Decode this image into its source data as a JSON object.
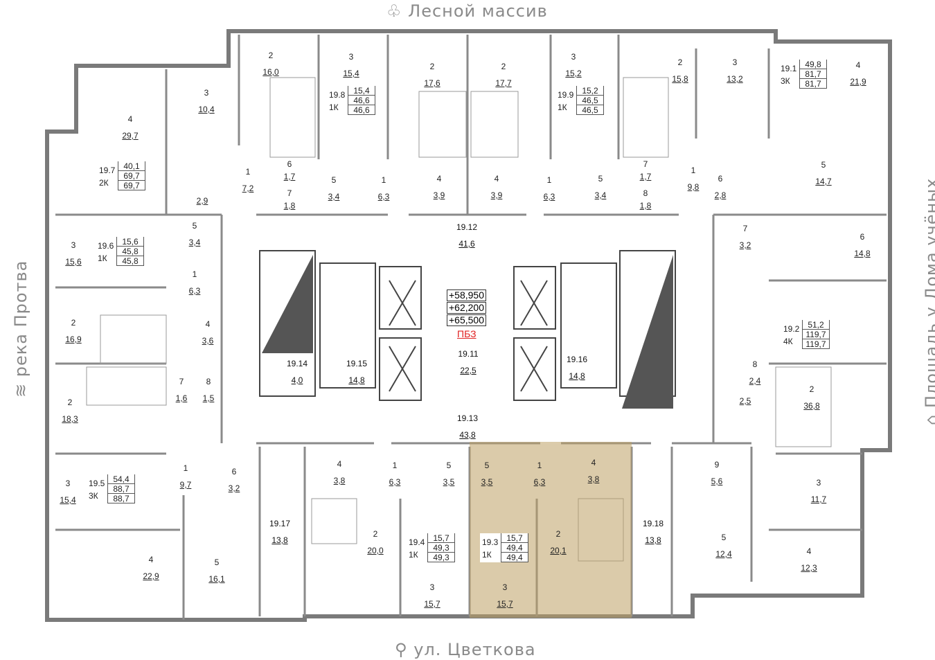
{
  "orientation": {
    "top": "Лесной массив",
    "bottom": "ул. Цветкова",
    "left": "река Протва",
    "right": "Площадь у Дома учёных",
    "top_icon": "forest-icon",
    "bottom_icon": "street-sign-icon",
    "left_icon": "river-icon",
    "right_icon": "square-icon"
  },
  "colors": {
    "highlight": "#c8ae7d",
    "walls": "#7a7a7a",
    "marks": "#e02020"
  },
  "elevations": [
    "+58,950",
    "+62,200",
    "+65,500"
  ],
  "pbz": "ПБЗ",
  "apartments": [
    {
      "id": "19.1",
      "type": "3К",
      "living": "49,8",
      "total": "81,7",
      "total2": "81,7"
    },
    {
      "id": "19.2",
      "type": "4К",
      "living": "51,2",
      "total": "119,7",
      "total2": "119,7"
    },
    {
      "id": "19.3",
      "type": "1К",
      "living": "15,7",
      "total": "49,4",
      "total2": "49,4"
    },
    {
      "id": "19.4",
      "type": "1К",
      "living": "15,7",
      "total": "49,3",
      "total2": "49,3"
    },
    {
      "id": "19.5",
      "type": "3К",
      "living": "54,4",
      "total": "88,7",
      "total2": "88,7"
    },
    {
      "id": "19.6",
      "type": "1К",
      "living": "15,6",
      "total": "45,8",
      "total2": "45,8"
    },
    {
      "id": "19.7",
      "type": "2К",
      "living": "40,1",
      "total": "69,7",
      "total2": "69,7"
    },
    {
      "id": "19.8",
      "type": "1К",
      "living": "15,4",
      "total": "46,6",
      "total2": "46,6"
    },
    {
      "id": "19.9",
      "type": "1К",
      "living": "15,2",
      "total": "46,5",
      "total2": "46,5"
    }
  ],
  "common": [
    {
      "id": "19.11",
      "area": "22,5"
    },
    {
      "id": "19.12",
      "area": "41,6"
    },
    {
      "id": "19.13",
      "area": "43,8"
    },
    {
      "id": "19.14",
      "area": "4,0"
    },
    {
      "id": "19.15",
      "area": "14,8"
    },
    {
      "id": "19.16",
      "area": "14,8"
    },
    {
      "id": "19.17",
      "area": "13,8"
    },
    {
      "id": "19.18",
      "area": "13,8"
    }
  ],
  "rooms": [
    {
      "n": "2",
      "a": "16,0"
    },
    {
      "n": "3",
      "a": "15,4"
    },
    {
      "n": "2",
      "a": "17,6"
    },
    {
      "n": "2",
      "a": "17,7"
    },
    {
      "n": "3",
      "a": "15,2"
    },
    {
      "n": "2",
      "a": "15,8"
    },
    {
      "n": "3",
      "a": "13,2"
    },
    {
      "n": "4",
      "a": "21,9"
    },
    {
      "n": "4",
      "a": "29,7"
    },
    {
      "n": "3",
      "a": "10,4"
    },
    {
      "n": "1",
      "a": "7,2"
    },
    {
      "n": "",
      "a": "2,9"
    },
    {
      "n": "6",
      "a": "1,7"
    },
    {
      "n": "7",
      "a": "1,8"
    },
    {
      "n": "5",
      "a": "3,4"
    },
    {
      "n": "1",
      "a": "6,3"
    },
    {
      "n": "4",
      "a": "3,9"
    },
    {
      "n": "4",
      "a": "3,9"
    },
    {
      "n": "1",
      "a": "6,3"
    },
    {
      "n": "5",
      "a": "3,4"
    },
    {
      "n": "7",
      "a": "1,7"
    },
    {
      "n": "8",
      "a": "1,8"
    },
    {
      "n": "1",
      "a": "9,8"
    },
    {
      "n": "6",
      "a": "2,8"
    },
    {
      "n": "5",
      "a": "14,7"
    },
    {
      "n": "6",
      "a": "14,8"
    },
    {
      "n": "7",
      "a": "3,2"
    },
    {
      "n": "3",
      "a": "15,6"
    },
    {
      "n": "5",
      "a": "3,4"
    },
    {
      "n": "1",
      "a": "6,3"
    },
    {
      "n": "2",
      "a": "16,9"
    },
    {
      "n": "4",
      "a": "3,6"
    },
    {
      "n": "7",
      "a": "1,6"
    },
    {
      "n": "8",
      "a": "1,5"
    },
    {
      "n": "2",
      "a": "18,3"
    },
    {
      "n": "1",
      "a": "9,7"
    },
    {
      "n": "6",
      "a": "3,2"
    },
    {
      "n": "3",
      "a": "15,4"
    },
    {
      "n": "4",
      "a": "22,9"
    },
    {
      "n": "5",
      "a": "16,1"
    },
    {
      "n": "4",
      "a": "3,8"
    },
    {
      "n": "1",
      "a": "6,3"
    },
    {
      "n": "5",
      "a": "3,5"
    },
    {
      "n": "5",
      "a": "3,5"
    },
    {
      "n": "1",
      "a": "6,3"
    },
    {
      "n": "4",
      "a": "3,8"
    },
    {
      "n": "2",
      "a": "20,0"
    },
    {
      "n": "2",
      "a": "20,1"
    },
    {
      "n": "3",
      "a": "15,7"
    },
    {
      "n": "3",
      "a": "15,7"
    },
    {
      "n": "9",
      "a": "5,6"
    },
    {
      "n": "3",
      "a": "11,7"
    },
    {
      "n": "5",
      "a": "12,4"
    },
    {
      "n": "4",
      "a": "12,3"
    },
    {
      "n": "8",
      "a": "2,4"
    },
    {
      "n": "",
      "a": "2,5"
    },
    {
      "n": "2",
      "a": "36,8"
    }
  ]
}
